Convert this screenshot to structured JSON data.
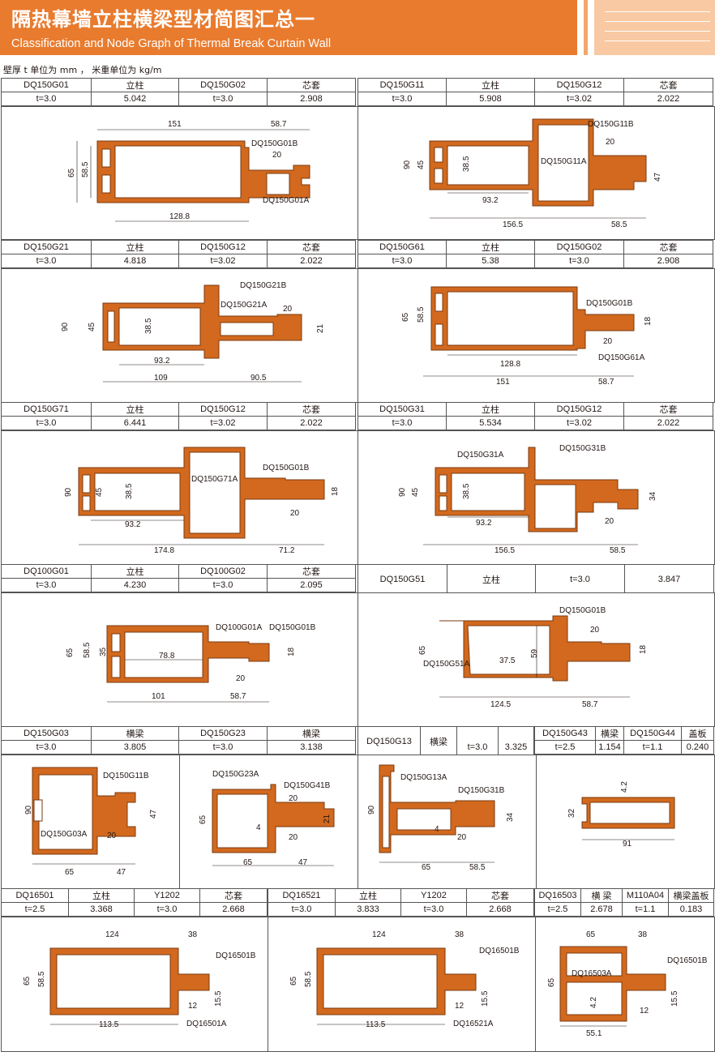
{
  "header": {
    "title_cn": "隔热幕墙立柱横梁型材简图汇总一",
    "title_en": "Classification and Node Graph of Thermal Break Curtain Wall"
  },
  "unit_note": "壁厚 t 单位为 mm ， 米重单位为 kg/m",
  "colors": {
    "banner": "#e97b2e",
    "profile": "#d2691e",
    "line": "#231815"
  },
  "sections": [
    {
      "cells": [
        "DQ150G01",
        "立柱",
        "DQ150G02",
        "芯套"
      ],
      "vals": [
        "t=3.0",
        "5.042",
        "t=3.0",
        "2.908"
      ]
    },
    {
      "cells": [
        "DQ150G11",
        "立柱",
        "DQ150G12",
        "芯套"
      ],
      "vals": [
        "t=3.0",
        "5.908",
        "t=3.02",
        "2.022"
      ]
    },
    {
      "cells": [
        "DQ150G21",
        "立柱",
        "DQ150G12",
        "芯套"
      ],
      "vals": [
        "t=3.0",
        "4.818",
        "t=3.02",
        "2.022"
      ]
    },
    {
      "cells": [
        "DQ150G61",
        "立柱",
        "DQ150G02",
        "芯套"
      ],
      "vals": [
        "t=3.0",
        "5.38",
        "t=3.0",
        "2.908"
      ]
    },
    {
      "cells": [
        "DQ150G71",
        "立柱",
        "DQ150G12",
        "芯套"
      ],
      "vals": [
        "t=3.0",
        "6.441",
        "t=3.02",
        "2.022"
      ]
    },
    {
      "cells": [
        "DQ150G31",
        "立柱",
        "DQ150G12",
        "芯套"
      ],
      "vals": [
        "t=3.0",
        "5.534",
        "t=3.02",
        "2.022"
      ]
    },
    {
      "cells": [
        "DQ100G01",
        "立柱",
        "DQ100G02",
        "芯套"
      ],
      "vals": [
        "t=3.0",
        "4.230",
        "t=3.0",
        "2.095"
      ]
    },
    {
      "cells": [
        "DQ150G51",
        "立柱",
        "t=3.0",
        "3.847"
      ]
    },
    {
      "cells": [
        "DQ150G03",
        "横梁",
        "DQ150G23",
        "横梁"
      ],
      "vals": [
        "t=3.0",
        "3.805",
        "t=3.0",
        "3.138"
      ]
    },
    {
      "cells": [
        "DQ150G13",
        "横梁",
        "t=3.0",
        "3.325"
      ]
    },
    {
      "cells": [
        "DQ150G43",
        "横梁",
        "DQ150G44",
        "盖板"
      ],
      "vals": [
        "t=2.5",
        "1.154",
        "t=1.1",
        "0.240"
      ]
    },
    {
      "cells": [
        "DQ16501",
        "立柱",
        "Y1202",
        "芯套"
      ],
      "vals": [
        "t=2.5",
        "3.368",
        "t=3.0",
        "2.668"
      ]
    },
    {
      "cells": [
        "DQ16521",
        "立柱",
        "Y1202",
        "芯套"
      ],
      "vals": [
        "t=3.0",
        "3.833",
        "t=3.0",
        "2.668"
      ]
    },
    {
      "cells": [
        "DQ16503",
        "横 梁",
        "M110A04",
        "横梁盖板"
      ],
      "vals": [
        "t=2.5",
        "2.678",
        "t=1.1",
        "0.183"
      ]
    }
  ],
  "drawings": {
    "d1": {
      "labels": [
        "DQ150G01B",
        "DQ150G01A"
      ],
      "dims": [
        "151",
        "58.7",
        "20",
        "65",
        "58.5",
        "128.8"
      ]
    },
    "d2": {
      "labels": [
        "DQ150G11B",
        "DQ150G11A"
      ],
      "dims": [
        "20",
        "90",
        "45",
        "38.5",
        "47",
        "93.2",
        "156.5",
        "58.5"
      ]
    },
    "d3": {
      "labels": [
        "DQ150G21B",
        "DQ150G21A"
      ],
      "dims": [
        "20",
        "90",
        "45",
        "38.5",
        "21",
        "93.2",
        "109",
        "90.5"
      ]
    },
    "d4": {
      "labels": [
        "DQ150G01B",
        "DQ150G61A"
      ],
      "dims": [
        "65",
        "58.5",
        "18",
        "20",
        "128.8",
        "151",
        "58.7"
      ]
    },
    "d5": {
      "labels": [
        "DQ150G71A",
        "DQ150G01B"
      ],
      "dims": [
        "90",
        "45",
        "38.5",
        "18",
        "20",
        "93.2",
        "174.8",
        "71.2"
      ]
    },
    "d6": {
      "labels": [
        "DQ150G31A",
        "DQ150G31B"
      ],
      "dims": [
        "90",
        "45",
        "38.5",
        "34",
        "20",
        "93.2",
        "156.5",
        "58.5"
      ]
    },
    "d7": {
      "labels": [
        "DQ100G01A",
        "DQ150G01B"
      ],
      "dims": [
        "65",
        "58.5",
        "35",
        "78.8",
        "18",
        "20",
        "101",
        "58.7"
      ]
    },
    "d8": {
      "labels": [
        "DQ150G01B",
        "DQ150G51A"
      ],
      "dims": [
        "20",
        "65",
        "59",
        "37.5",
        "18",
        "124.5",
        "58.7"
      ]
    },
    "d9": {
      "labels": [
        "DQ150G11B",
        "DQ150G03A"
      ],
      "dims": [
        "90",
        "47",
        "20",
        "65",
        "47"
      ]
    },
    "d10": {
      "labels": [
        "DQ150G23A",
        "DQ150G41B"
      ],
      "dims": [
        "20",
        "65",
        "4",
        "21",
        "20",
        "65",
        "47"
      ]
    },
    "d11": {
      "labels": [
        "DQ150G13A",
        "DQ150G31B"
      ],
      "dims": [
        "90",
        "4",
        "20",
        "34",
        "65",
        "58.5"
      ]
    },
    "d12": {
      "labels": [],
      "dims": [
        "4.2",
        "32",
        "91"
      ]
    },
    "d13": {
      "labels": [
        "DQ16501B",
        "DQ16501A"
      ],
      "dims": [
        "124",
        "38",
        "65",
        "58.5",
        "12",
        "15.5",
        "113.5"
      ]
    },
    "d14": {
      "labels": [
        "DQ16501B",
        "DQ16521A"
      ],
      "dims": [
        "124",
        "38",
        "65",
        "58.5",
        "12",
        "15.5",
        "113.5"
      ]
    },
    "d15": {
      "labels": [
        "DQ16501B",
        "DQ16503A"
      ],
      "dims": [
        "65",
        "38",
        "65",
        "4.2",
        "12",
        "15.5",
        "55.1"
      ]
    }
  }
}
